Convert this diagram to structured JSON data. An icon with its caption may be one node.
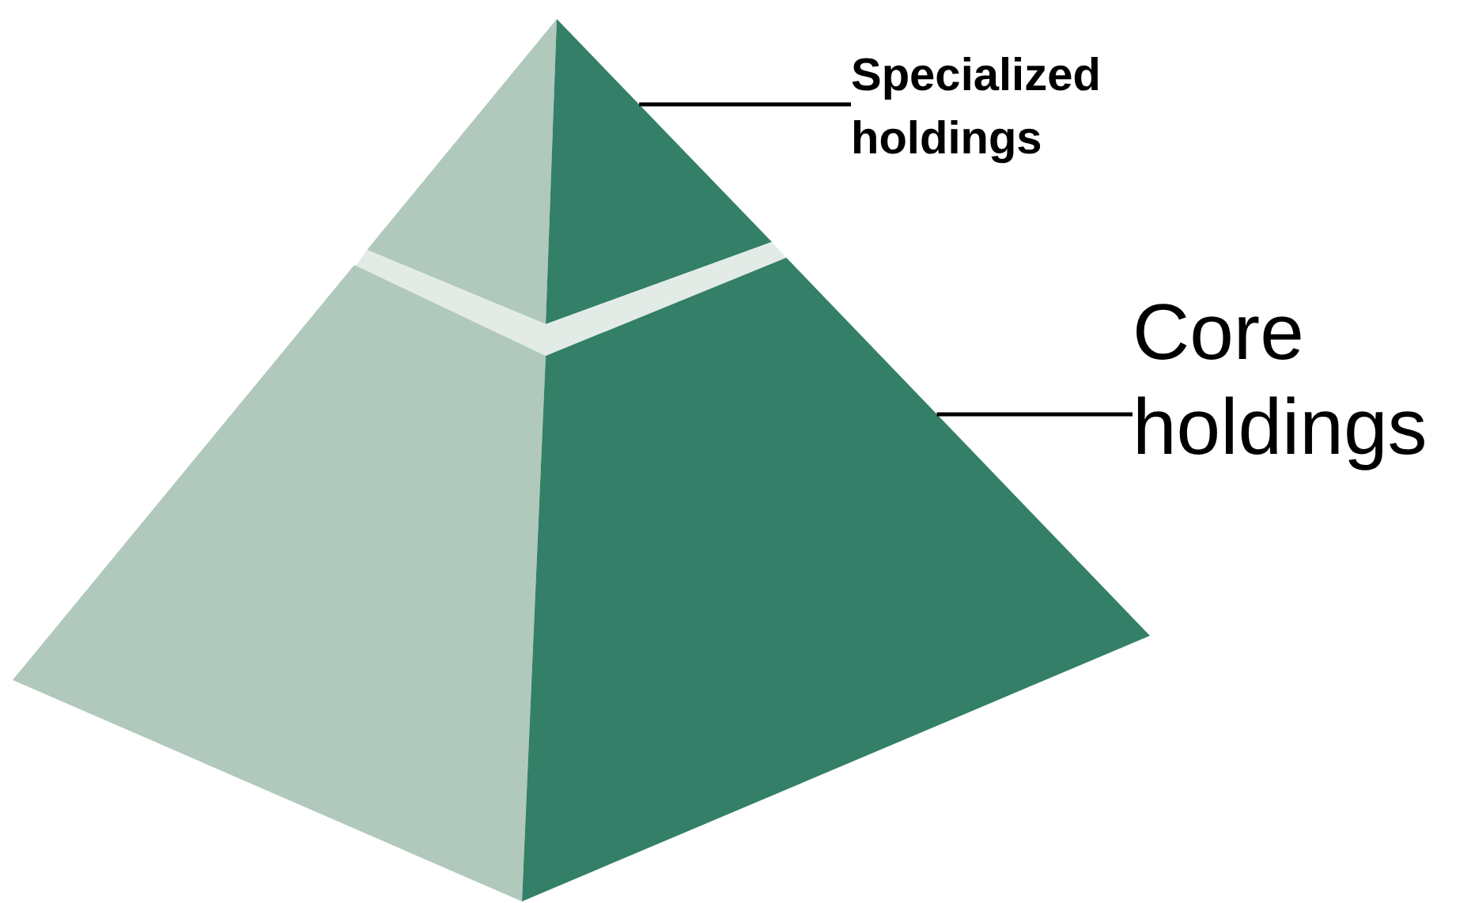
{
  "diagram": {
    "nodes": [
      {
        "text": [],
        "shape": "triangle"
      },
      {
        "text": [],
        "shape": "trapezoid"
      },
      {
        "text": [
          "Specialized holdings"
        ]
      },
      {
        "text": [
          "Core holdings"
        ]
      }
    ],
    "edges": [
      {
        "from": 2,
        "to": 0,
        "arrow": "none"
      },
      {
        "from": 3,
        "to": 1,
        "arrow": "none"
      }
    ]
  }
}
